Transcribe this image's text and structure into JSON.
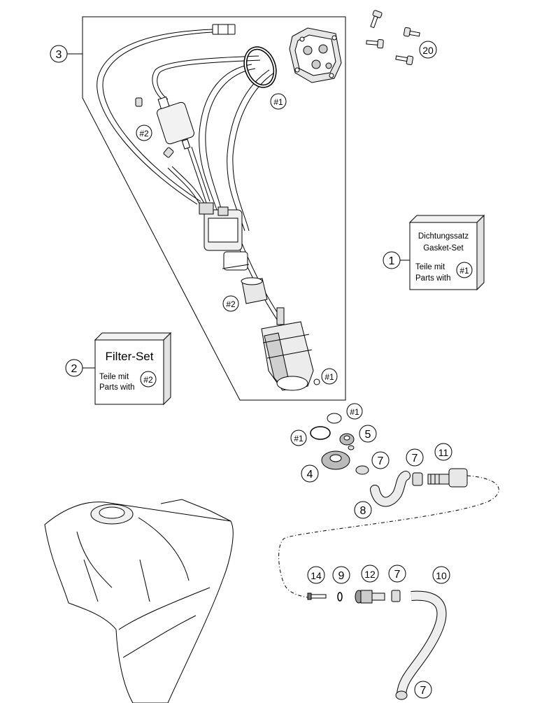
{
  "callouts": [
    {
      "id": "c3",
      "text": "3"
    },
    {
      "id": "c20",
      "text": "20"
    },
    {
      "id": "c1",
      "text": "1"
    },
    {
      "id": "c2",
      "text": "2"
    },
    {
      "id": "c5",
      "text": "5"
    },
    {
      "id": "c4",
      "text": "4"
    },
    {
      "id": "c7a",
      "text": "7"
    },
    {
      "id": "c7b",
      "text": "7"
    },
    {
      "id": "c11",
      "text": "11"
    },
    {
      "id": "c8",
      "text": "8"
    },
    {
      "id": "c14",
      "text": "14"
    },
    {
      "id": "c9",
      "text": "9"
    },
    {
      "id": "c12",
      "text": "12"
    },
    {
      "id": "c7c",
      "text": "7"
    },
    {
      "id": "c10",
      "text": "10"
    },
    {
      "id": "c7d",
      "text": "7"
    }
  ],
  "refs": [
    {
      "id": "r1",
      "text": "#1"
    },
    {
      "id": "r2",
      "text": "#2"
    },
    {
      "id": "r3",
      "text": "#2"
    },
    {
      "id": "r4",
      "text": "#1"
    },
    {
      "id": "r5",
      "text": "#1"
    },
    {
      "id": "r6",
      "text": "#1"
    }
  ],
  "gasket_box": {
    "line1": "Dichtungssatz",
    "line2": "Gasket-Set",
    "line3": "Teile mit",
    "line4": "Parts with",
    "ref": "#1"
  },
  "filter_box": {
    "title": "Filter-Set",
    "line1": "Teile mit",
    "line2": "Parts with",
    "ref": "#2"
  }
}
